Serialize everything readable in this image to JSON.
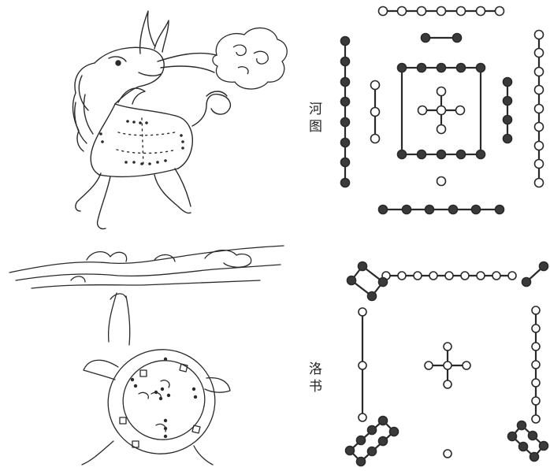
{
  "hetu": {
    "label_line1": "河",
    "label_line2": "图",
    "white_marker": "open-circle",
    "black_marker": "filled-circle",
    "groups": [
      {
        "position": "top-outer",
        "color": "white",
        "count": 7
      },
      {
        "position": "top-inner",
        "color": "black",
        "count": 2
      },
      {
        "position": "left-outer",
        "color": "black",
        "count": 8
      },
      {
        "position": "left-inner",
        "color": "white",
        "count": 3
      },
      {
        "position": "right-inner",
        "color": "black",
        "count": 4
      },
      {
        "position": "right-outer",
        "color": "white",
        "count": 9
      },
      {
        "position": "center",
        "color": "white",
        "count": 5
      },
      {
        "position": "center-square",
        "color": "black",
        "count": 10
      },
      {
        "position": "bottom-inner",
        "color": "white",
        "count": 1
      },
      {
        "position": "bottom-outer",
        "color": "black",
        "count": 6
      }
    ]
  },
  "luoshu": {
    "label_line1": "洛",
    "label_line2": "书",
    "groups": [
      {
        "position": "top",
        "color": "white",
        "count": 9
      },
      {
        "position": "top-left",
        "color": "black",
        "count": 4
      },
      {
        "position": "top-right",
        "color": "black",
        "count": 2
      },
      {
        "position": "left",
        "color": "white",
        "count": 3
      },
      {
        "position": "center",
        "color": "white",
        "count": 5
      },
      {
        "position": "right",
        "color": "white",
        "count": 7
      },
      {
        "position": "bottom-left",
        "color": "black",
        "count": 8
      },
      {
        "position": "bottom-right",
        "color": "black",
        "count": 6
      },
      {
        "position": "bottom",
        "color": "white",
        "count": 1
      }
    ]
  },
  "illustrations": [
    {
      "subject": "dragon-horse",
      "icon": "dragon-horse-illustration"
    },
    {
      "subject": "divine-turtle",
      "icon": "turtle-illustration"
    }
  ],
  "colors": {
    "ink": "#2a2a2a",
    "black_dot": "#3a3a3a",
    "paper": "#ffffff"
  }
}
